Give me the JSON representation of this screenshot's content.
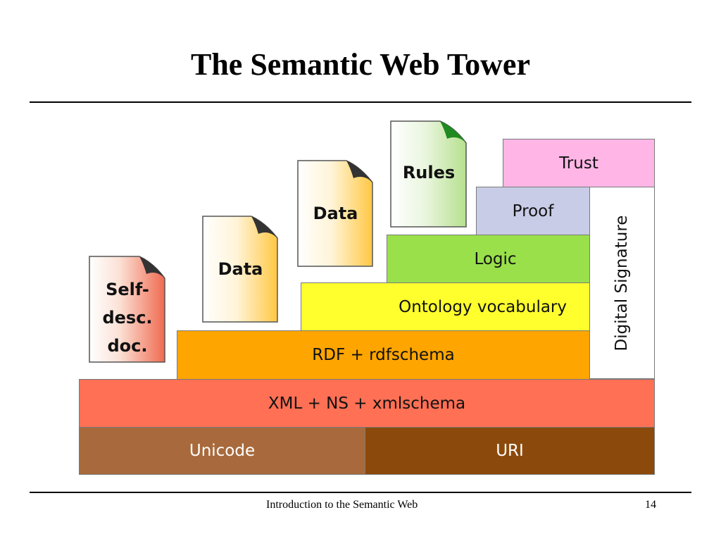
{
  "slide": {
    "title": "The Semantic Web Tower",
    "footer_title": "Introduction to the Semantic Web",
    "page_number": "14"
  },
  "layers": {
    "unicode": "Unicode",
    "uri": "URI",
    "xml": "XML + NS + xmlschema",
    "rdf": "RDF + rdfschema",
    "ontology": "Ontology vocabulary",
    "logic": "Logic",
    "proof": "Proof",
    "trust": "Trust",
    "digital_signature": "Digital Signature"
  },
  "documents": {
    "self_desc_line1": "Self-",
    "self_desc_line2": "desc.",
    "self_desc_line3": "doc.",
    "data1": "Data",
    "data2": "Data",
    "rules": "Rules"
  },
  "colors": {
    "unicode": "#a86a3c",
    "uri": "#8b4a0c",
    "xml": "#ff7055",
    "rdf": "#ffa500",
    "ontology": "#ffff2e",
    "logic": "#99e04a",
    "proof": "#c8cce6",
    "trust": "#ffb6e6",
    "digital_signature": "#ffffff",
    "self_desc_doc": "#f06a50",
    "data_doc": "#ffc844",
    "rules_doc": "#b6e08e"
  }
}
